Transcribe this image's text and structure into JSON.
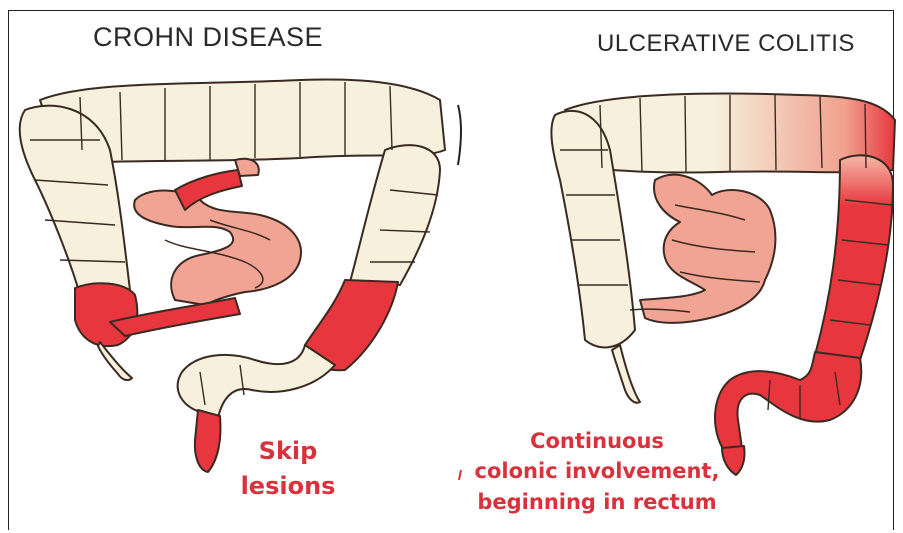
{
  "left_panel": {
    "title": "CROHN DISEASE",
    "caption_line1": "Skip",
    "caption_line2": "lesions"
  },
  "right_panel": {
    "title": "ULCERATIVE COLITIS",
    "caption_line1": "Continuous",
    "caption_line2": "colonic involvement,",
    "caption_line3": "beginning in rectum"
  },
  "colors": {
    "healthy_colon": "#f6f0dc",
    "inflamed": "#e8363e",
    "small_intestine": "#f2a494",
    "outline": "#3a2a22",
    "caption_text": "#d8323c"
  }
}
